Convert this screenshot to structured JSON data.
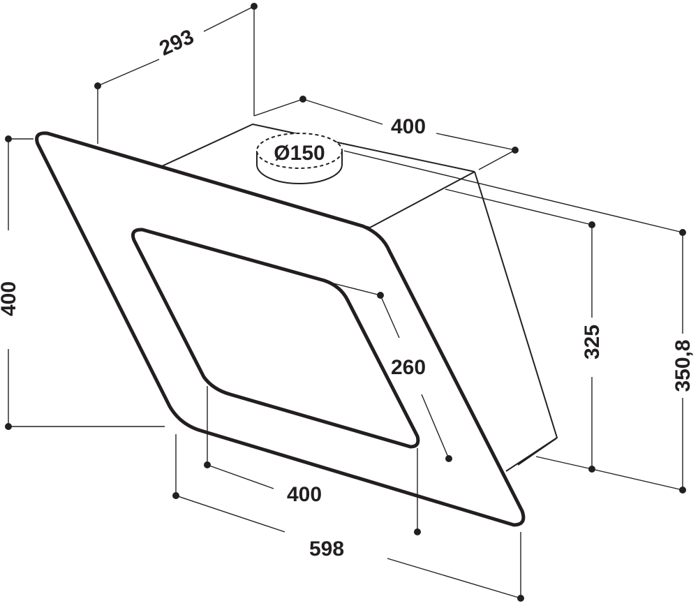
{
  "dimensions": {
    "depth_top": "293",
    "chimney_width": "400",
    "outlet_diameter": "Ø150",
    "total_height": "400",
    "inner_panel_height": "260",
    "inner_panel_width": "400",
    "total_width": "598",
    "body_height_325": "325",
    "body_height_350": "350,8"
  }
}
